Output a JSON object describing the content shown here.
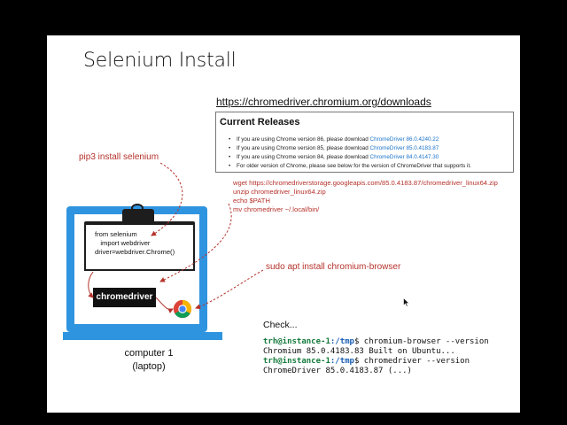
{
  "slide": {
    "title": "Selenium Install",
    "url": "https://chromedriver.chromium.org/downloads"
  },
  "releases": {
    "heading": "Current Releases",
    "items": [
      {
        "text": "If you are using Chrome version 86, please download ",
        "link": "ChromeDriver 86.0.4240.22"
      },
      {
        "text": "If you are using Chrome version 85, please download ",
        "link": "ChromeDriver 85.0.4183.87"
      },
      {
        "text": "If you are using Chrome version 84, please download ",
        "link": "ChromeDriver 84.0.4147.30"
      },
      {
        "text": "For older version of Chrome, please see below for the version of ChromeDriver that supports it.",
        "link": ""
      }
    ]
  },
  "commands": {
    "wget": "wget https://chromedriverstorage.googleapis.com/85.0.4183.87/chromedriver_linux64.zip",
    "unzip": "unzip chromedriver_linux64.zip",
    "echo": "echo $PATH",
    "mv": "mv chromedriver ~/.local/bin/"
  },
  "labels": {
    "pip3": "pip3 install selenium",
    "apt": "sudo apt install chromium-browser",
    "chromedriver": "chromedriver",
    "computer_line1": "computer 1",
    "computer_line2": "(laptop)",
    "check": "Check..."
  },
  "code": {
    "line1": "from selenium",
    "line2": "   import webdriver",
    "line3": "driver=webdriver.Chrome()"
  },
  "terminal": {
    "prompt": "trh@instance-1",
    "cwd": ":/tmp",
    "cmd1": "$ chromium-browser --version",
    "out1": "Chromium 85.0.4183.83 Built on Ubuntu...",
    "cmd2": "$ chromedriver --version",
    "out2": "ChromeDriver 85.0.4183.87 (...)"
  },
  "colors": {
    "accent_red": "#b5322b",
    "laptop_blue": "#2f94e0",
    "link_blue": "#1a73c9"
  },
  "icons": {
    "chrome": "chrome-browser-icon",
    "cursor": "mouse-pointer-icon"
  }
}
